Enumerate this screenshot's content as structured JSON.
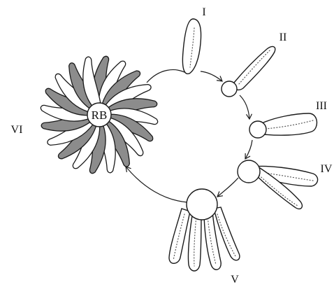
{
  "diagram": {
    "stage_labels": {
      "I": "I",
      "II": "II",
      "III": "III",
      "IV": "IV",
      "V": "V",
      "VI": "VI"
    },
    "rosette_center_label": "RB",
    "colors": {
      "outline": "#1a1a1a",
      "petal_dark": "#8c8c8c",
      "petal_light": "#ffffff",
      "background": "#ffffff"
    }
  }
}
